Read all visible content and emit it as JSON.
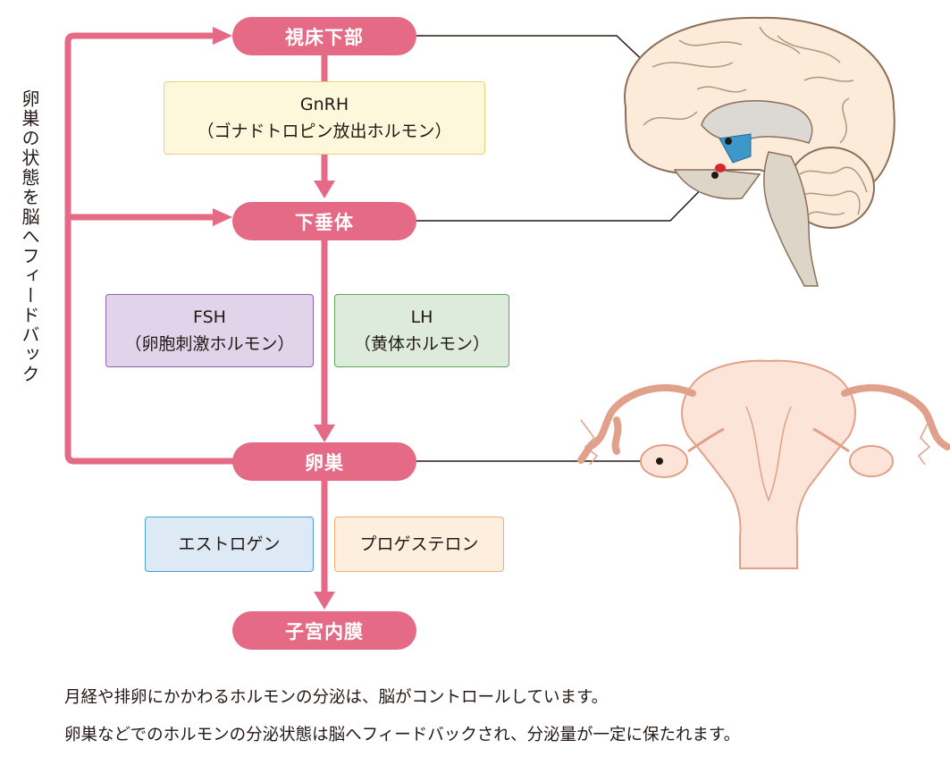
{
  "nodes": {
    "hypothalamus": "視床下部",
    "pituitary": "下垂体",
    "ovary": "卵巣",
    "endometrium": "子宮内膜"
  },
  "hormones": {
    "gnrh": {
      "name": "GnRH",
      "desc": "（ゴナドトロピン放出ホルモン）"
    },
    "fsh": {
      "name": "FSH",
      "desc": "（卵胞刺激ホルモン）"
    },
    "lh": {
      "name": "LH",
      "desc": "（黄体ホルモン）"
    },
    "estrogen": "エストロゲン",
    "progesterone": "プロゲステロン"
  },
  "feedback_label": "卵巣の状態を脳へフィードバック",
  "caption": {
    "line1": "月経や排卵にかかわるホルモンの分泌は、脳がコントロールしています。",
    "line2": "卵巣などでのホルモンの分泌状態は脳へフィードバックされ、分泌量が一定に保たれます。"
  },
  "colors": {
    "node_pink": "#e46a86",
    "gnrh_bg": "#fdf7dc",
    "fsh_bg": "#e0d3ea",
    "lh_bg": "#dcebdc",
    "estrogen_bg": "#dde9f5",
    "progesterone_bg": "#fdeede"
  },
  "illustrations": [
    "brain-illustration",
    "uterus-illustration"
  ]
}
